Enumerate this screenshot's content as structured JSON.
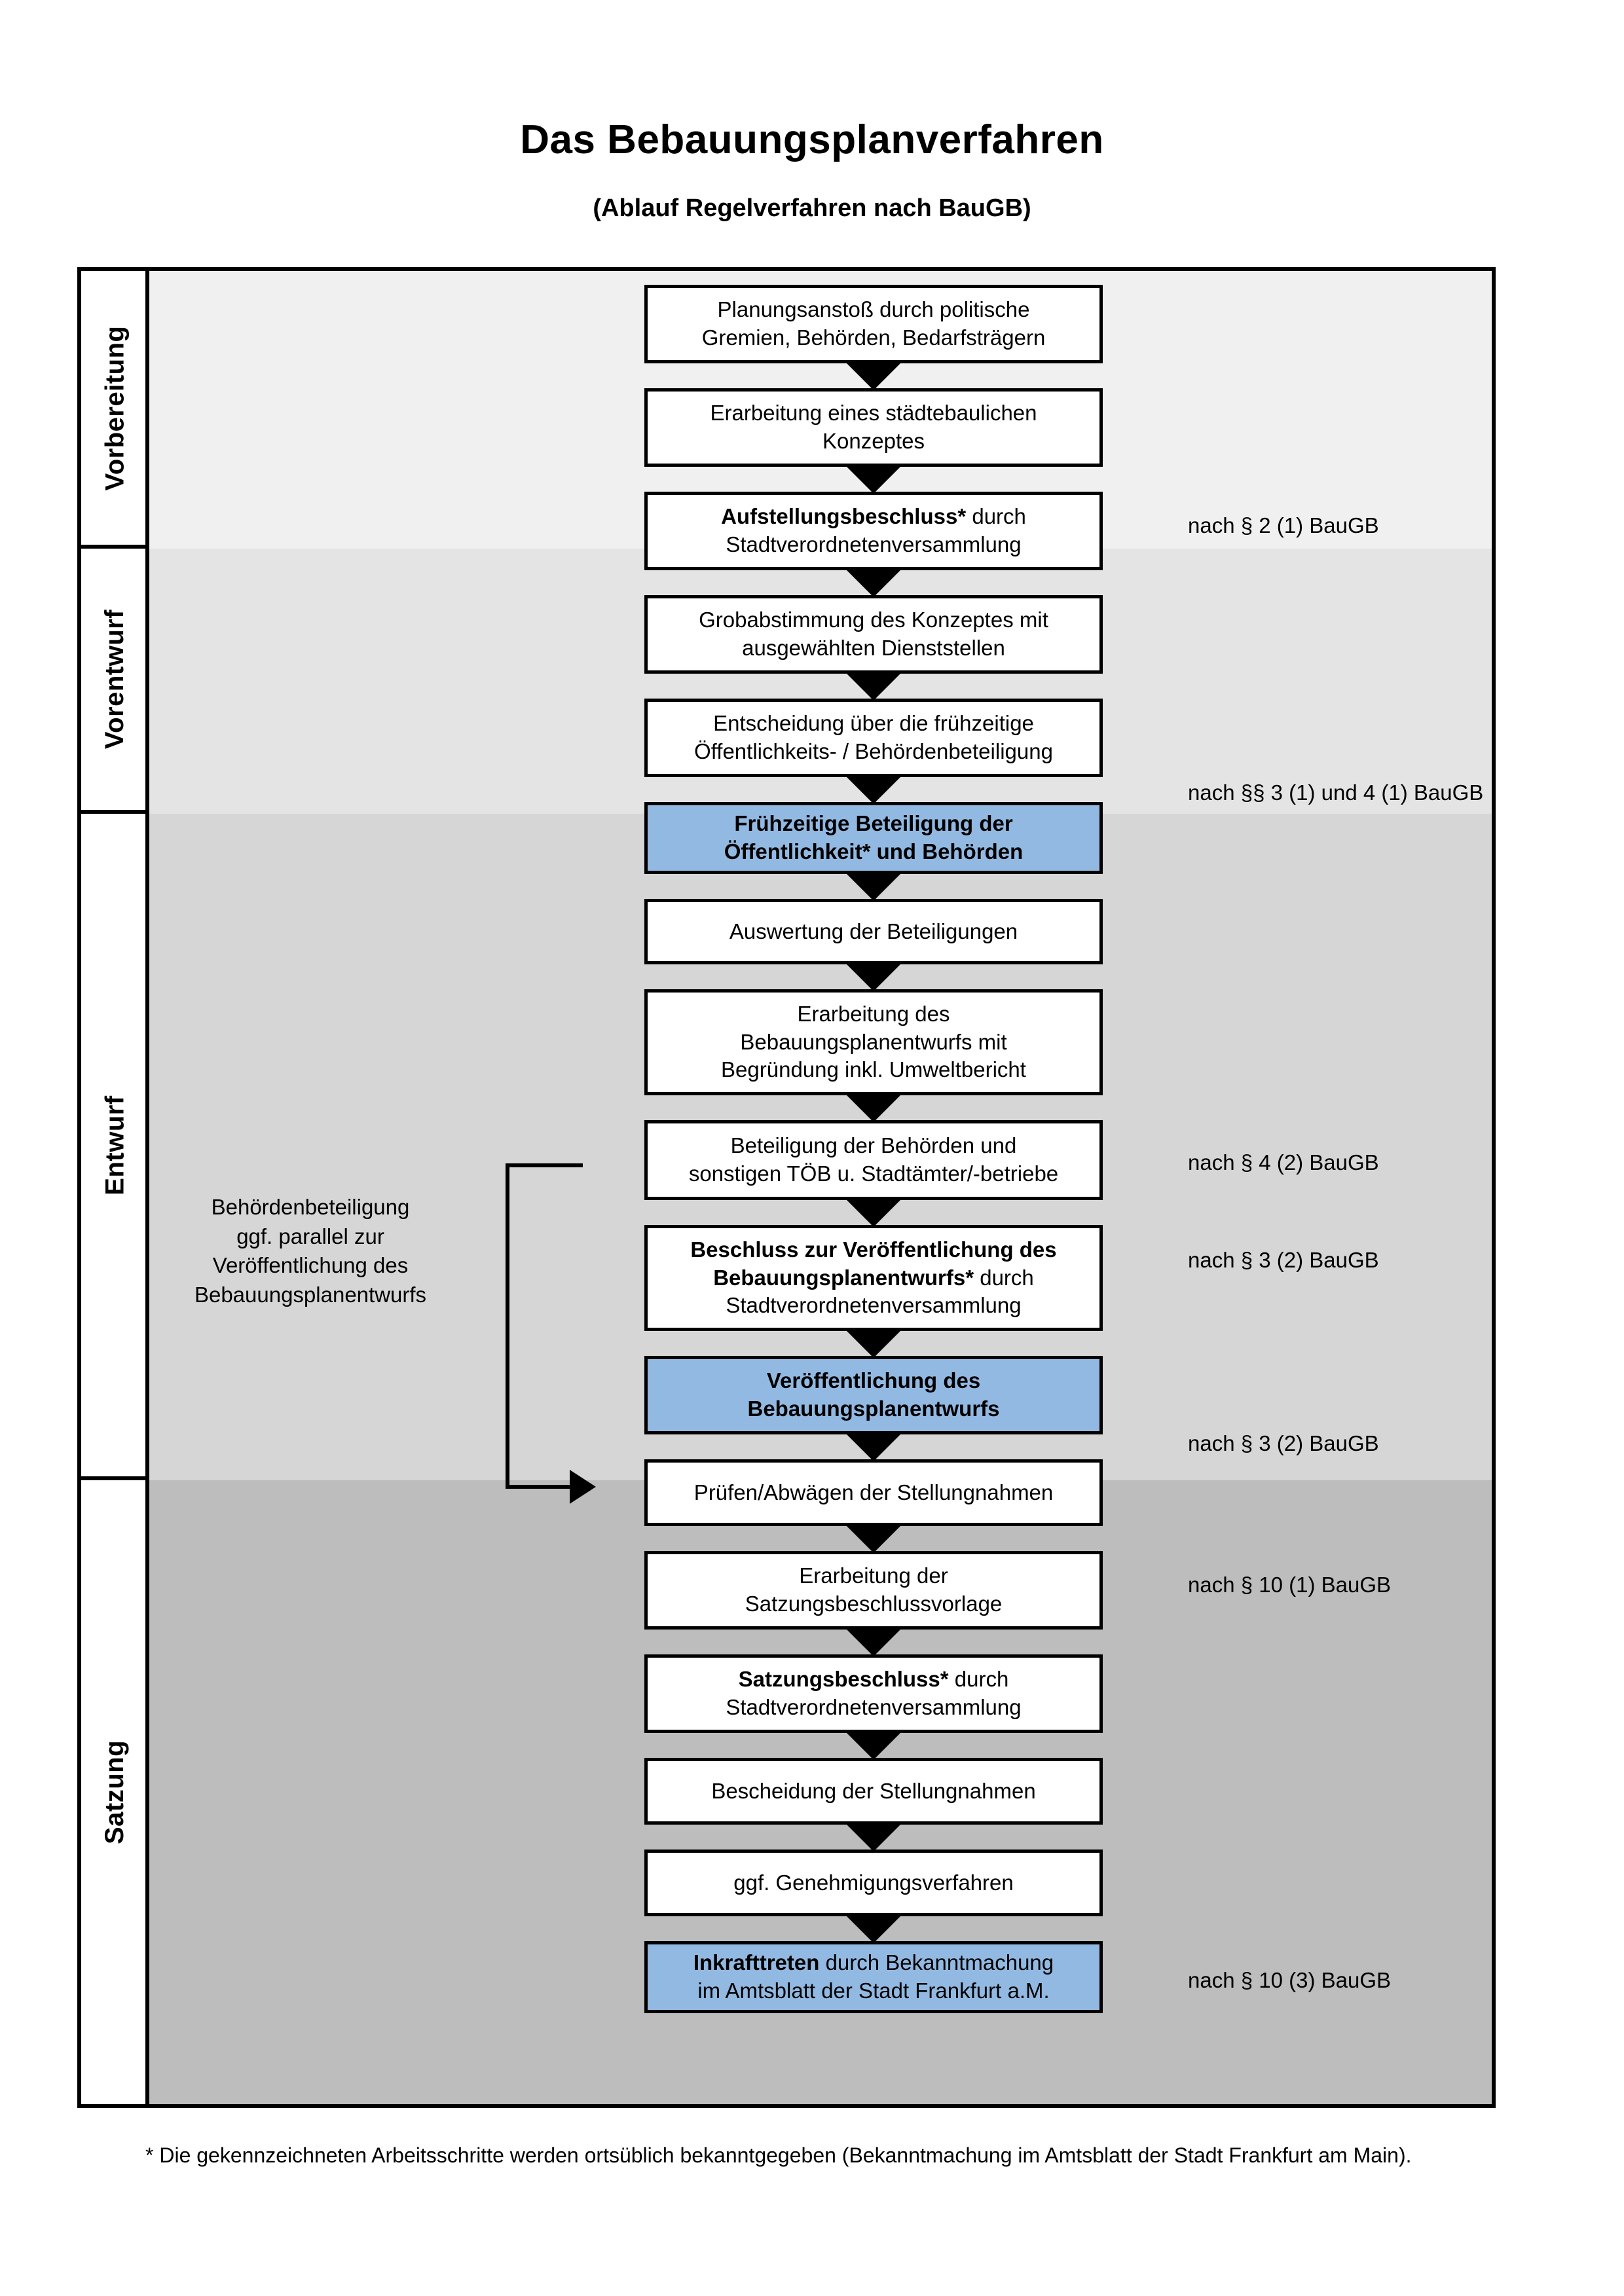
{
  "header": {
    "title": "Das Bebauungsplanverfahren",
    "subtitle": "(Ablauf Regelverfahren nach BauGB)"
  },
  "phases": [
    {
      "label": "Vorbereitung",
      "band_color": "#f0f0f0"
    },
    {
      "label": "Vorentwurf",
      "band_color": "#e4e4e4"
    },
    {
      "label": "Entwurf",
      "band_color": "#d6d6d6"
    },
    {
      "label": "Satzung",
      "band_color": "#bdbdbd"
    }
  ],
  "flow_nodes": [
    {
      "id": "planungsanstoss",
      "lines": [
        "Planungsanstoß durch politische",
        "Gremien, Behörden, Bedarfsträgern"
      ],
      "bold_prefix": "",
      "highlight": false
    },
    {
      "id": "konzept",
      "lines": [
        "Erarbeitung eines städtebaulichen",
        "Konzeptes"
      ],
      "bold_prefix": "",
      "highlight": false
    },
    {
      "id": "aufstellungsbeschluss",
      "lines": [
        "Aufstellungsbeschluss* durch",
        "Stadtverordnetenversammlung"
      ],
      "bold_prefix": "Aufstellungsbeschluss*",
      "highlight": false
    },
    {
      "id": "grobabstimmung",
      "lines": [
        "Grobabstimmung des Konzeptes mit",
        "ausgewählten Dienststellen"
      ],
      "bold_prefix": "",
      "highlight": false
    },
    {
      "id": "entscheidung",
      "lines": [
        "Entscheidung über die frühzeitige",
        "Öffentlichkeits- / Behördenbeteiligung"
      ],
      "bold_prefix": "",
      "highlight": false
    },
    {
      "id": "fruehzeitige-beteiligung",
      "lines": [
        "Frühzeitige Beteiligung der",
        "Öffentlichkeit* und Behörden"
      ],
      "bold_prefix": "ALL",
      "highlight": true
    },
    {
      "id": "auswertung",
      "lines": [
        "Auswertung der Beteiligungen"
      ],
      "bold_prefix": "",
      "highlight": false
    },
    {
      "id": "erarbeitung-entwurf",
      "lines": [
        "Erarbeitung des",
        "Bebauungsplanentwurfs mit",
        "Begründung inkl. Umweltbericht"
      ],
      "bold_prefix": "",
      "highlight": false
    },
    {
      "id": "beteiligung-behoerden",
      "lines": [
        "Beteiligung der Behörden und",
        "sonstigen TÖB u. Stadtämter/-betriebe"
      ],
      "bold_prefix": "",
      "highlight": false
    },
    {
      "id": "beschluss-veroeffentlichung",
      "lines": [
        "Beschluss zur Veröffentlichung des",
        "Bebauungsplanentwurfs* durch",
        "Stadtverordnetenversammlung"
      ],
      "bold_prefix": "Beschluss zur Veröffentlichung des Bebauungsplanentwurfs*",
      "highlight": false
    },
    {
      "id": "veroeffentlichung",
      "lines": [
        "Veröffentlichung des",
        "Bebauungsplanentwurfs"
      ],
      "bold_prefix": "ALL",
      "highlight": true
    },
    {
      "id": "pruefen-abwaegen",
      "lines": [
        "Prüfen/Abwägen der Stellungnahmen"
      ],
      "bold_prefix": "",
      "highlight": false
    },
    {
      "id": "satzungsvorlage",
      "lines": [
        "Erarbeitung der",
        "Satzungsbeschlussvorlage"
      ],
      "bold_prefix": "",
      "highlight": false
    },
    {
      "id": "satzungsbeschluss",
      "lines": [
        "Satzungsbeschluss* durch",
        "Stadtverordnetenversammlung"
      ],
      "bold_prefix": "Satzungsbeschluss*",
      "highlight": false
    },
    {
      "id": "bescheidung",
      "lines": [
        "Bescheidung der Stellungnahmen"
      ],
      "bold_prefix": "",
      "highlight": false
    },
    {
      "id": "genehmigungsverfahren",
      "lines": [
        "ggf. Genehmigungsverfahren"
      ],
      "bold_prefix": "",
      "highlight": false
    },
    {
      "id": "inkrafttreten",
      "lines": [
        "Inkrafttreten durch Bekanntmachung",
        "im Amtsblatt der Stadt Frankfurt a.M."
      ],
      "bold_prefix": "Inkrafttreten",
      "highlight": true
    }
  ],
  "side_note": {
    "text": "Behördenbeteiligung\nggf. parallel zur\nVeröffentlichung des\nBebauungsplanentwurfs"
  },
  "legal_refs": [
    {
      "id": "ref-par2-1",
      "text": "nach § 2 (1) BauGB"
    },
    {
      "id": "ref-par3-4-1",
      "text": "nach §§ 3 (1) und 4 (1) BauGB"
    },
    {
      "id": "ref-par4-2",
      "text": "nach § 4 (2) BauGB"
    },
    {
      "id": "ref-par3-2-a",
      "text": "nach § 3 (2) BauGB"
    },
    {
      "id": "ref-par3-2-b",
      "text": "nach § 3 (2) BauGB"
    },
    {
      "id": "ref-par10-1",
      "text": "nach § 10 (1) BauGB"
    },
    {
      "id": "ref-par10-3",
      "text": "nach § 10 (3) BauGB"
    }
  ],
  "footnote": {
    "text": "* Die gekennzeichneten Arbeitsschritte werden ortsüblich bekanntgegeben (Bekanntmachung im Amtsblatt  der Stadt Frankfurt am Main)."
  },
  "colors": {
    "highlight_blue": "#92b9e2",
    "border_black": "#000000"
  }
}
